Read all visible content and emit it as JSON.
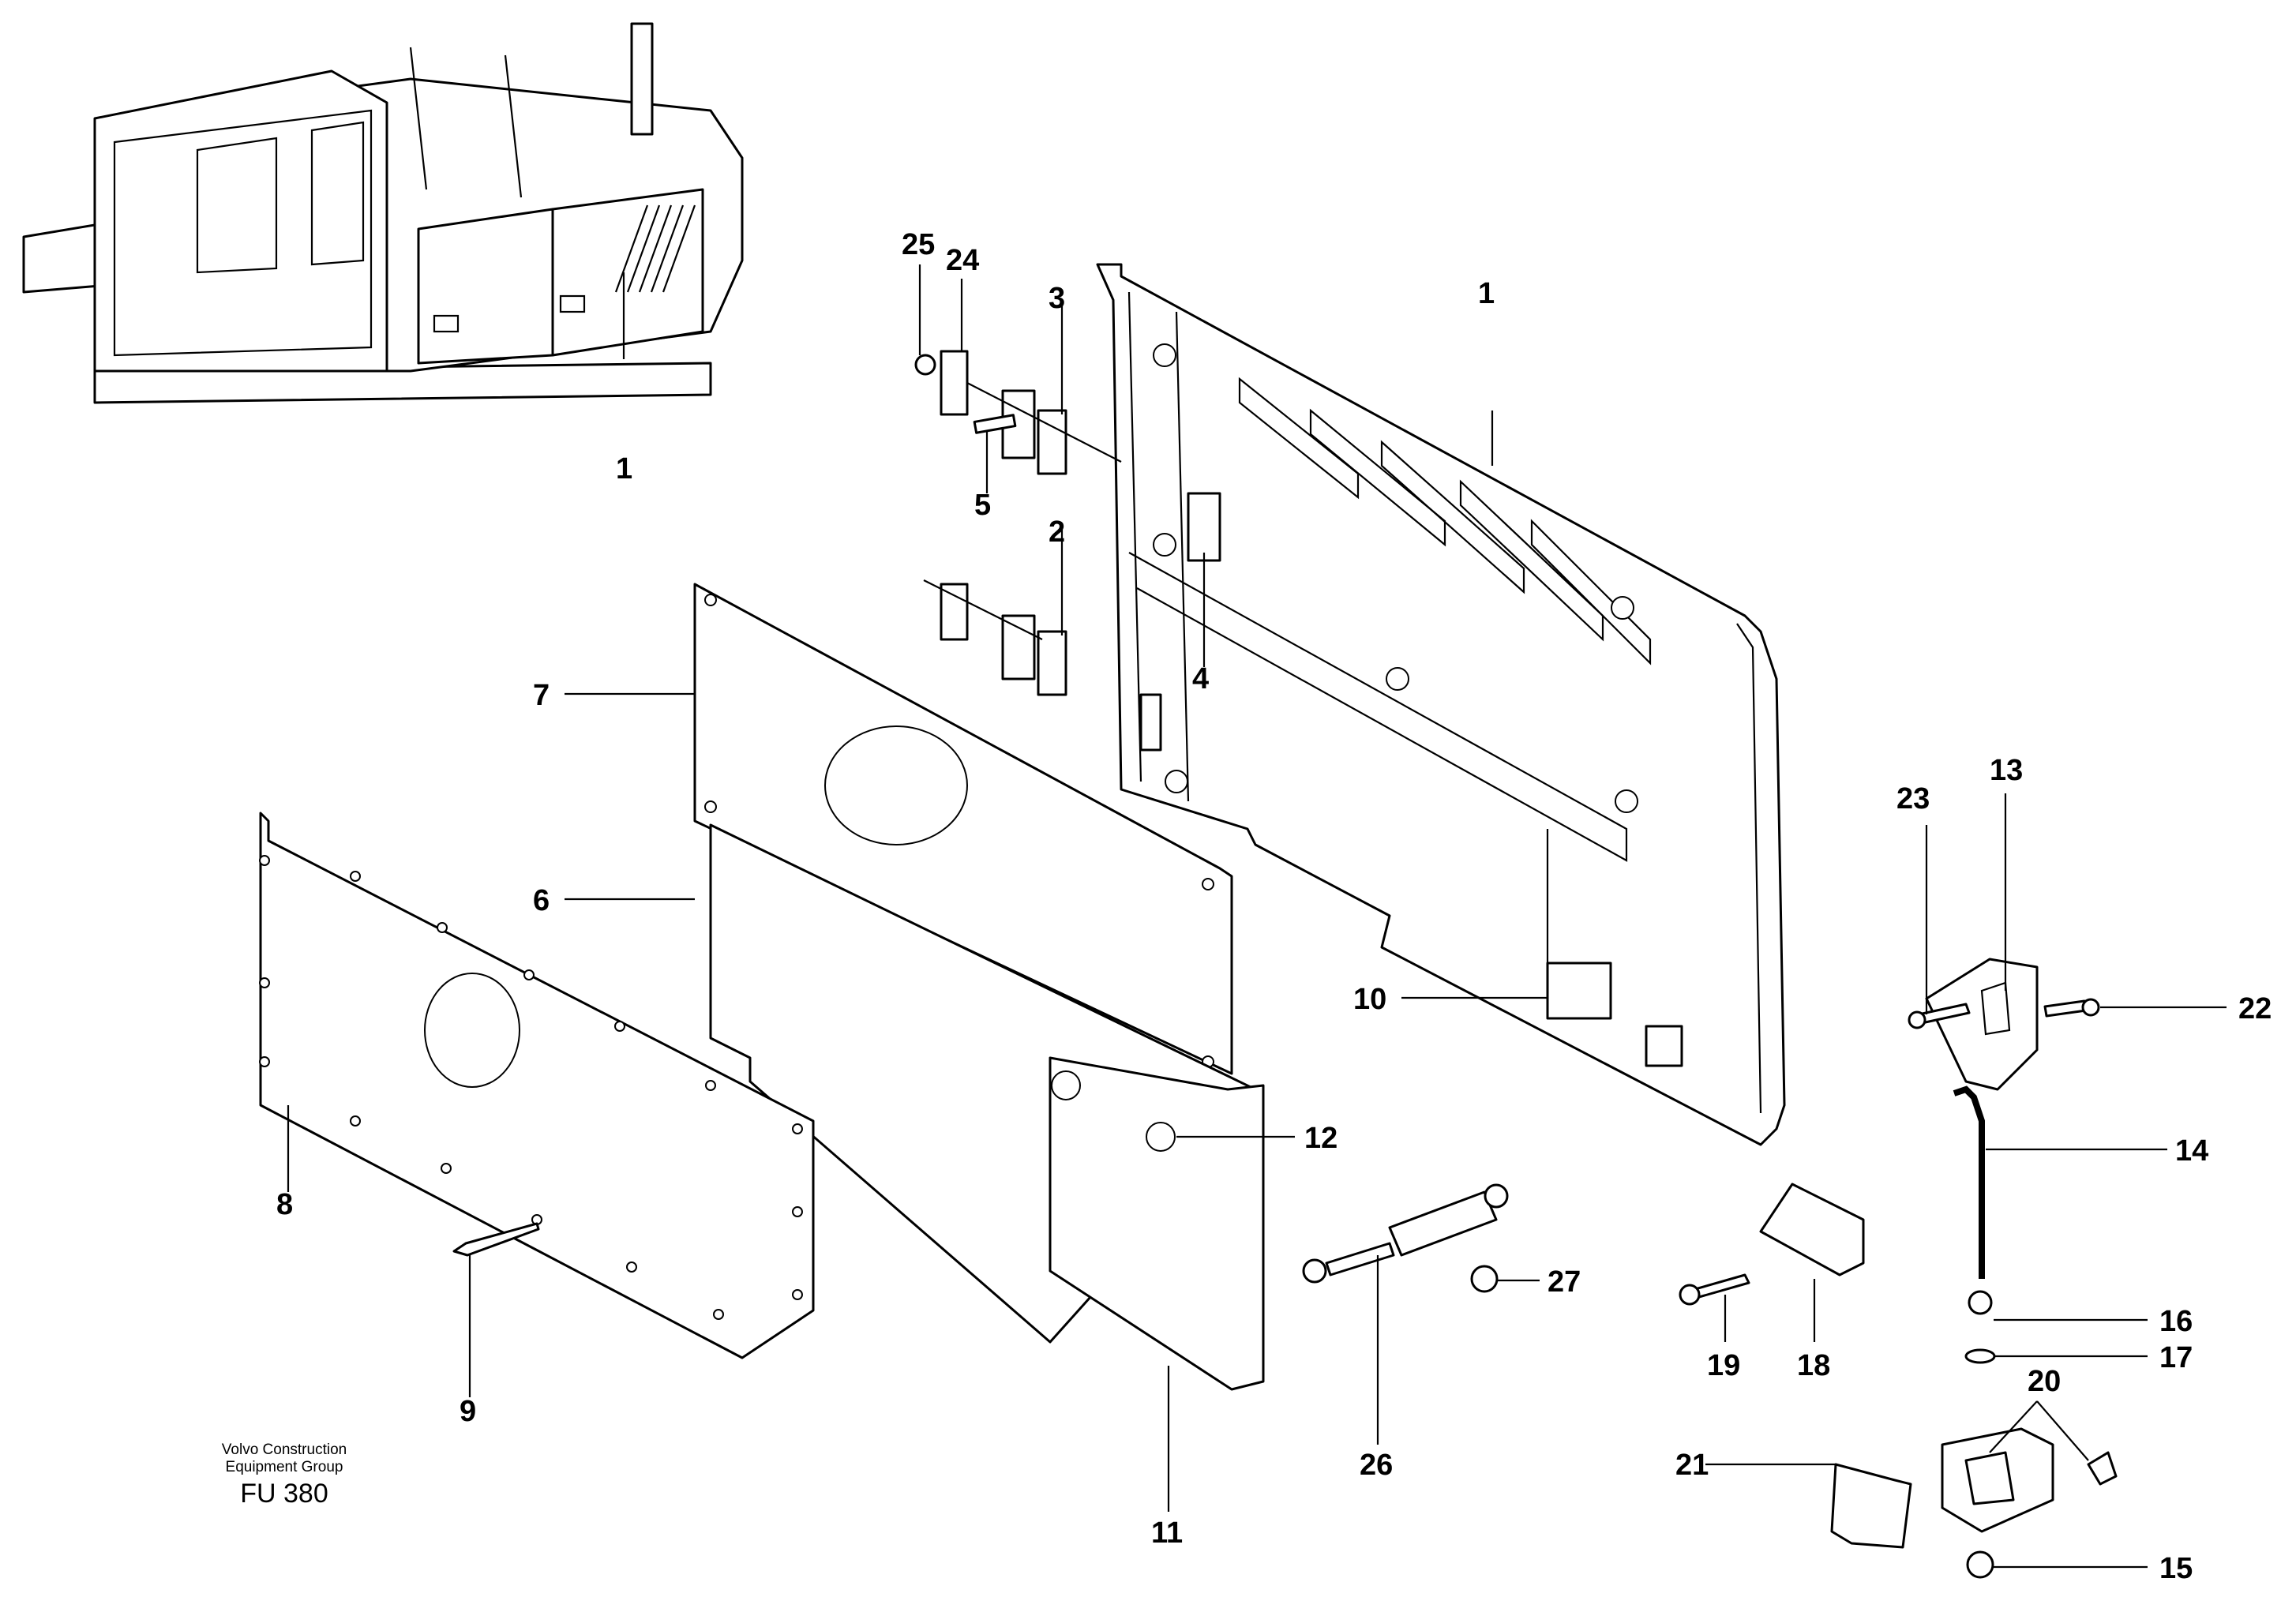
{
  "callouts": [
    {
      "id": "1a",
      "label": "1"
    },
    {
      "id": "1b",
      "label": "1"
    },
    {
      "id": "2",
      "label": "2"
    },
    {
      "id": "3",
      "label": "3"
    },
    {
      "id": "4",
      "label": "4"
    },
    {
      "id": "5",
      "label": "5"
    },
    {
      "id": "6",
      "label": "6"
    },
    {
      "id": "7",
      "label": "7"
    },
    {
      "id": "8",
      "label": "8"
    },
    {
      "id": "9",
      "label": "9"
    },
    {
      "id": "10",
      "label": "10"
    },
    {
      "id": "11",
      "label": "11"
    },
    {
      "id": "12",
      "label": "12"
    },
    {
      "id": "13",
      "label": "13"
    },
    {
      "id": "14",
      "label": "14"
    },
    {
      "id": "15",
      "label": "15"
    },
    {
      "id": "16",
      "label": "16"
    },
    {
      "id": "17",
      "label": "17"
    },
    {
      "id": "18",
      "label": "18"
    },
    {
      "id": "19",
      "label": "19"
    },
    {
      "id": "20",
      "label": "20"
    },
    {
      "id": "21",
      "label": "21"
    },
    {
      "id": "22",
      "label": "22"
    },
    {
      "id": "23",
      "label": "23"
    },
    {
      "id": "24",
      "label": "24"
    },
    {
      "id": "25",
      "label": "25"
    },
    {
      "id": "26",
      "label": "26"
    },
    {
      "id": "27",
      "label": "27"
    }
  ],
  "footer": {
    "org_line1": "Volvo Construction",
    "org_line2": "Equipment Group",
    "code": "FU 380"
  }
}
